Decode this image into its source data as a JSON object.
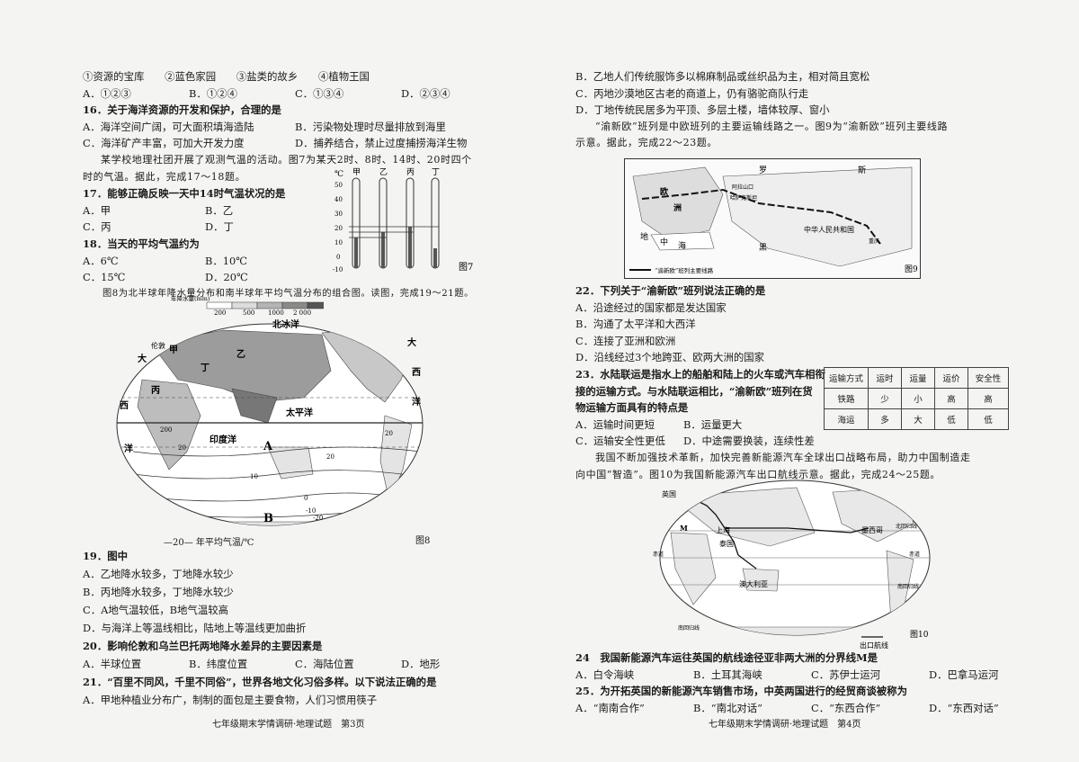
{
  "left": {
    "l1": "①资源的宝库　　②蓝色家园　　③盐类的故乡　　④植物王国",
    "q15": [
      "A．①②③",
      "B．①②④",
      "C．①③④",
      "D．②③④"
    ],
    "q16": {
      "stem": "16．关于海洋资源的开发和保护，合理的是",
      "a": "A．海洋空间广阔，可大面积填海造陆",
      "b": "B．污染物处理时尽量排放到海里",
      "c": "C．海洋矿产丰富，可加大开发力度",
      "d": "D．捕养结合，禁止过度捕捞海洋生物"
    },
    "intro17_1": "某学校地理社团开展了观测气温的活动。图7为某天2时、8时、14时、20时四个",
    "intro17_2": "时的气温。据此，完成17～18题。",
    "q17": {
      "stem": "17．能够正确反映一天中14时气温状况的是",
      "a": "A．甲",
      "b": "B．乙",
      "c": "C．丙",
      "d": "D．丁"
    },
    "q18": {
      "stem": "18．当天的平均气温约为",
      "a": "A．6℃",
      "b": "B．10℃",
      "c": "C．15℃",
      "d": "D．20℃"
    },
    "fig7": {
      "unit": "℃",
      "labels": [
        "甲",
        "乙",
        "丙",
        "丁"
      ],
      "ticks": [
        "50",
        "40",
        "30",
        "20",
        "10",
        "0",
        "-10"
      ],
      "caption": "图7"
    },
    "intro19": "图8为北半球年降水量分布和南半球年平均气温分布的组合图。读图，完成19～21题。",
    "fig8": {
      "legend_title": "年降水量(mm)",
      "legend_values": [
        "200",
        "500",
        "1000",
        "2 000"
      ],
      "legend_colors": [
        "#ffffff",
        "#dcdcdc",
        "#b4b4b4",
        "#8a8a8a",
        "#555555"
      ],
      "labels": [
        "北冰洋",
        "大",
        "西",
        "洋",
        "太平洋",
        "印度洋",
        "A",
        "B",
        "甲",
        "乙",
        "丙",
        "丁",
        "伦敦",
        "大",
        "西",
        "洋"
      ],
      "contours": [
        "200",
        "20",
        "20",
        "10",
        "0",
        "-10",
        "-20",
        "20"
      ],
      "bottom_legend": "—20— 年平均气温/℃",
      "caption": "图8"
    },
    "q19": {
      "stem": "19．图中",
      "a": "A．乙地降水较多，丁地降水较少",
      "b": "B．丙地降水较多，丁地降水较少",
      "c": "C．A地气温较低，B地气温较高",
      "d": "D．与海洋上等温线相比，陆地上等温线更加曲折"
    },
    "q20": {
      "stem": "20．影响伦敦和乌兰巴托两地降水差异的主要因素是",
      "opts": [
        "A．半球位置",
        "B．纬度位置",
        "C．海陆位置",
        "D．地形"
      ]
    },
    "q21": {
      "stem1": "21．“百里不同风，千里不同俗”，世界各地文化习俗多样。以下说法正确的是",
      "a": "A．甲地种植业分布广，制制的面包是主要食物，人们习惯用筷子"
    },
    "footer": "七年级期末学情调研·地理试题　第3页"
  },
  "right": {
    "b": "B．乙地人们传统服饰多以棉麻制品或丝织品为主，相对简且宽松",
    "c": "C．丙地沙漠地区古老的商道上，仍有骆驼商队行走",
    "d": "D．丁地传统民居多为平顶、多层土楼，墙体较厚、窗小",
    "intro22_1": "“渝新欧”班列是中欧班列的主要运输线路之一。图9为“渝新欧”班列主要线路",
    "intro22_2": "示意。据此，完成22～23题。",
    "fig9": {
      "labels": [
        "罗",
        "斯",
        "欧",
        "洲",
        "地",
        "中",
        "海",
        "黑",
        "阿拉山口",
        "哈萨克斯坦",
        "中华人民共和国",
        "重庆"
      ],
      "legend": "“渝新欧”班列主要线路",
      "caption": "图9"
    },
    "q22": {
      "stem": "22．下列关于“渝新欧”班列说法正确的是",
      "a": "A．沿途经过的国家都是发达国家",
      "b": "B．沟通了太平洋和大西洋",
      "c": "C．连接了亚洲和欧洲",
      "d": "D．沿线经过3个地跨亚、欧两大洲的国家"
    },
    "q23": {
      "stem1": "23．水陆联运是指水上的船舶和陆上的火车或汽车相衔",
      "stem2": "接的运输方式。与水陆联运相比，“渝新欧”班列在货",
      "stem3": "物运输方面具有的特点是",
      "a": "A．运输时间更短",
      "b": "B．运量更大",
      "c": "C．运输安全性更低",
      "d": "D．中途需要换装，连续性差"
    },
    "table": {
      "header": [
        "运输方式",
        "运时",
        "运量",
        "运价",
        "安全性"
      ],
      "rows": [
        [
          "铁路",
          "少",
          "小",
          "高",
          "高"
        ],
        [
          "海运",
          "多",
          "大",
          "低",
          "低"
        ]
      ]
    },
    "intro24_1": "我国不断加强技术革新，加快完善新能源汽车全球出口战略布局，助力中国制造走",
    "intro24_2": "向中国“智造”。图10为我国新能源汽车出口航线示意。据此，完成24～25题。",
    "fig10": {
      "labels": [
        "英国",
        "上海",
        "泰国",
        "墨西哥",
        "澳大利亚",
        "M",
        "南回归线",
        "北回归线",
        "赤道",
        "南回归线",
        "赤道"
      ],
      "legend": "出口航线",
      "caption": "图10"
    },
    "q24": {
      "stem": "24　我国新能源汽车运往英国的航线途径亚非两大洲的分界线M是",
      "opts": [
        "A．白令海峡",
        "B．土耳其海峡",
        "C．苏伊士运河",
        "D．巴拿马运河"
      ]
    },
    "q25": {
      "stem": "25．为开拓英国的新能源汽车销售市场，中英两国进行的经贸商谈被称为",
      "opts": [
        "A．“南南合作”",
        "B．“南北对话”",
        "C．“东西合作”",
        "D．“东西对话”"
      ]
    },
    "footer": "七年级期末学情调研·地理试题　第4页"
  }
}
